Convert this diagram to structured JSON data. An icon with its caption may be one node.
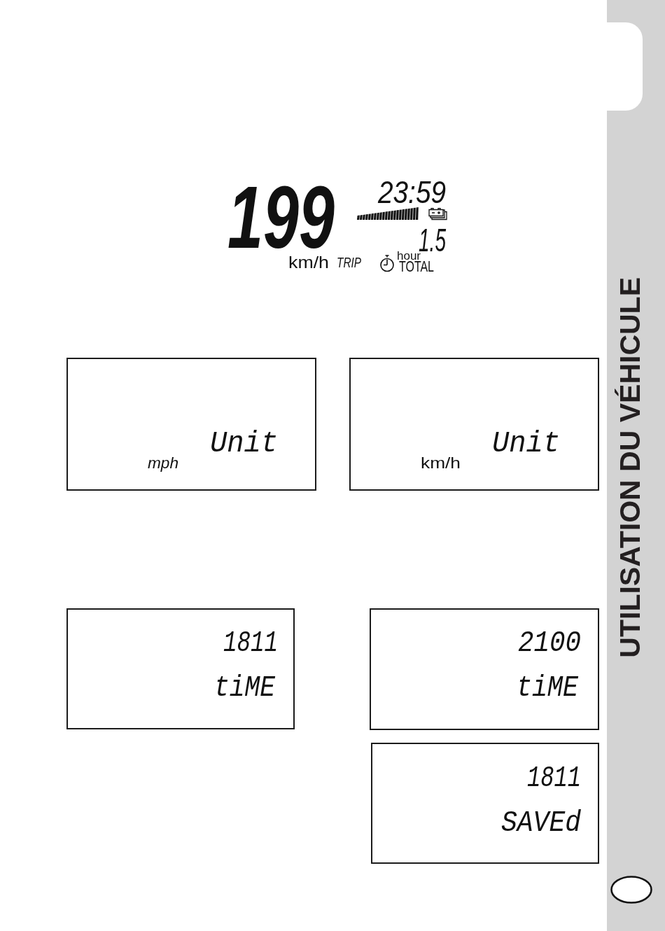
{
  "diagram": {
    "nodes": [
      {
        "text": [
          "Unit",
          "mph"
        ]
      },
      {
        "text": [
          "Unit",
          "km/h"
        ]
      },
      {
        "text": [
          "1811",
          "tiME"
        ]
      },
      {
        "text": [
          "2100",
          "tiME"
        ]
      },
      {
        "text": [
          "1811",
          "SAVEd"
        ]
      },
      {
        "text": [
          "UTILISATION DU VÉHICULE"
        ]
      }
    ],
    "labels": [
      "199",
      "23:59",
      "1.5",
      "km/h",
      "TRIP",
      "hour",
      "TOTAL"
    ]
  }
}
